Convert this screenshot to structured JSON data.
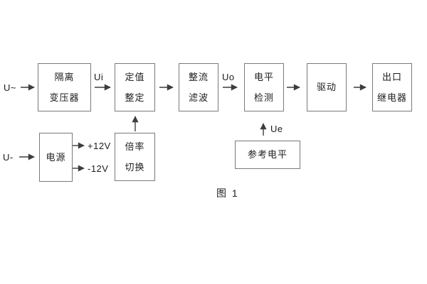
{
  "figure": {
    "caption": "图 1"
  },
  "signals": {
    "ac_input": "U~",
    "ui": "Ui",
    "uo": "Uo",
    "dc_input": "U-",
    "plus_12v": "+12V",
    "minus_12v": "-12V",
    "ue": "Ue"
  },
  "boxes": [
    {
      "id": "isolation-transformer",
      "lines": [
        "隔离",
        "变压器"
      ]
    },
    {
      "id": "setpoint-adjust",
      "lines": [
        "定值",
        "整定"
      ]
    },
    {
      "id": "rectifier-filter",
      "lines": [
        "整流",
        "滤波"
      ]
    },
    {
      "id": "level-detection",
      "lines": [
        "电平",
        "检测"
      ]
    },
    {
      "id": "driver",
      "lines": [
        "驱动"
      ]
    },
    {
      "id": "output-relay",
      "lines": [
        "出口",
        "继电器"
      ]
    },
    {
      "id": "power-supply",
      "lines": [
        "电源"
      ]
    },
    {
      "id": "ratio-switch",
      "lines": [
        "倍率",
        "切换"
      ]
    },
    {
      "id": "reference-level",
      "lines": [
        "参考电平"
      ]
    }
  ],
  "colors": {
    "background": "#ffffff",
    "box_border": "#7a7a7a",
    "line": "#3d3d3d",
    "text": "#1c1c1c"
  }
}
